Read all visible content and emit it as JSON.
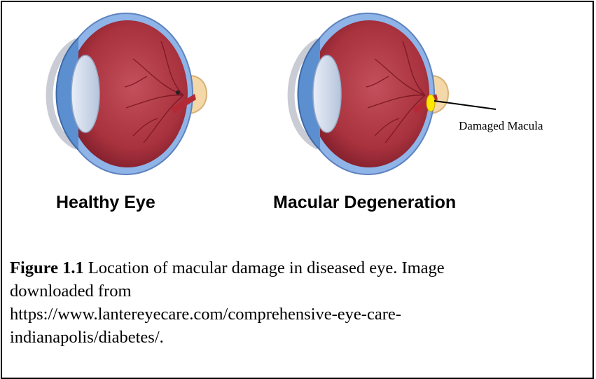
{
  "eyes": [
    {
      "label": "Healthy Eye",
      "macula": "normal"
    },
    {
      "label": "Macular Degeneration",
      "macula": "damaged"
    }
  ],
  "callout": {
    "text": "Damaged Macula",
    "color": "#ffe800"
  },
  "caption": {
    "figure_number": "Figure 1.1",
    "line1_rest": " Location of macular damage in diseased eye. Image",
    "line2_left": "downloaded",
    "line2_right": "from",
    "line3": "https://www.lantereyecare.com/comprehensive-eye-care-",
    "line4": "indianapolis/diabetes/."
  }
}
